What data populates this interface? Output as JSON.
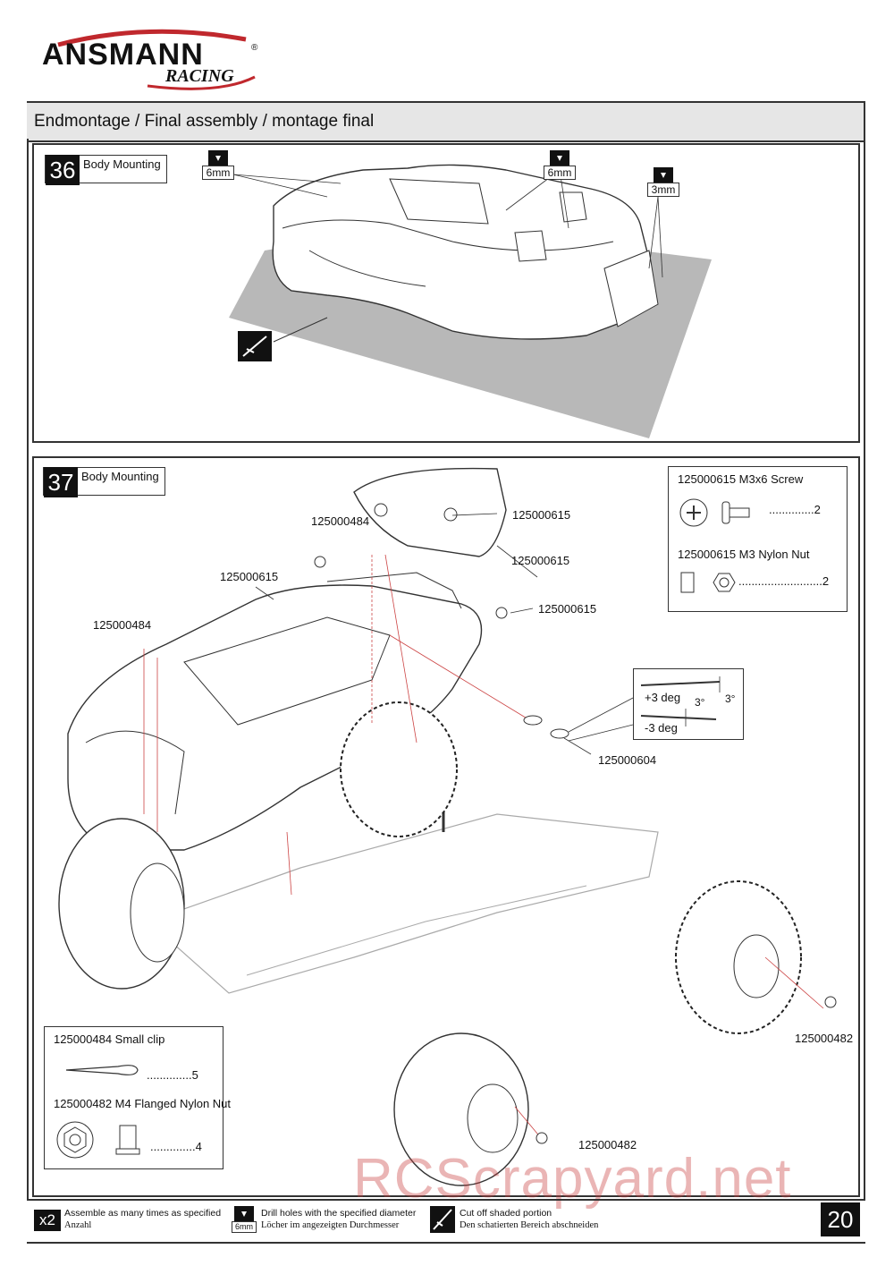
{
  "logo": {
    "brand": "ANSMANN",
    "sub": "RACING",
    "reg": "®"
  },
  "header": {
    "title": "Endmontage / Final assembly / montage final"
  },
  "step36": {
    "number": "36",
    "label": "Body Mounting",
    "drill_left": "6mm",
    "drill_mid": "6mm",
    "drill_right": "3mm"
  },
  "step37": {
    "number": "37",
    "label": "Body Mounting",
    "callouts": {
      "clip_top": "125000484",
      "screw_top_right": "125000615",
      "wing_right": "125000615",
      "body_left": "125000615",
      "nut_right": "125000615",
      "clip_left": "125000484",
      "washer": "125000604",
      "nut_rear_right": "125000482",
      "nut_front": "125000482"
    },
    "angle_box": {
      "plus": "+3 deg",
      "minus": "-3 deg",
      "deg_a": "3°",
      "deg_b": "3°"
    },
    "parts_top": {
      "screw_line": "125000615  M3x6 Screw",
      "screw_qty": "..............2",
      "nut_line": "125000615  M3 Nylon Nut",
      "nut_qty": "..........................2"
    },
    "parts_bottom": {
      "clip_line": "125000484  Small clip",
      "clip_qty": "..............5",
      "nut_line": "125000482  M4 Flanged Nylon Nut",
      "nut_qty": "..............4"
    }
  },
  "footer": {
    "x2": "x2",
    "assemble_en": "Assemble as many times as specified",
    "assemble_de": "Anzahl",
    "drill_tag": "6mm",
    "drill_en": "Drill holes with the specified diameter",
    "drill_de": "Löcher im angezeigten Durchmesser",
    "cut_en": "Cut off shaded portion",
    "cut_de": "Den schatierten Bereich abschneiden",
    "page": "20"
  },
  "watermark": "RCScrapyard.net"
}
